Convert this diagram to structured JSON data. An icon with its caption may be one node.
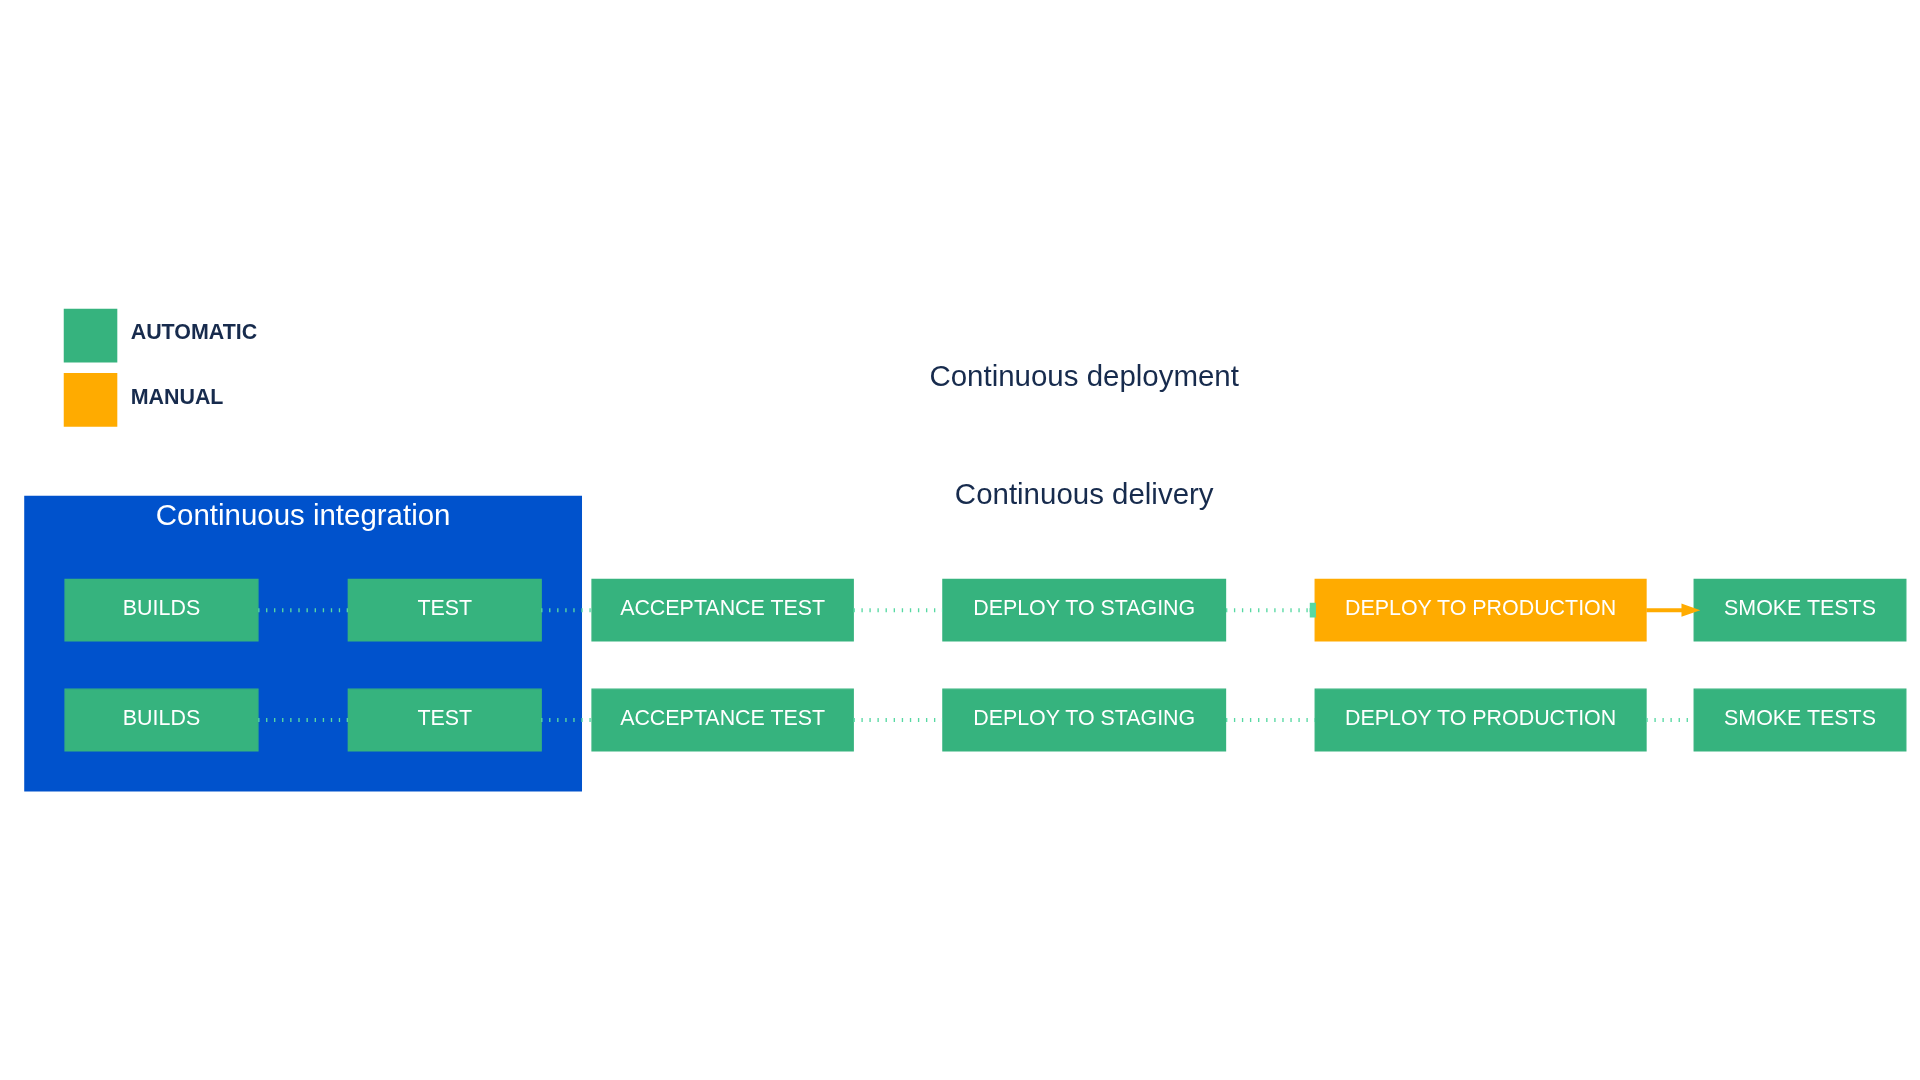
{
  "diagram": {
    "nodes": [
      {
        "text": [
          "Continuous integration"
        ]
      },
      {
        "text": [
          "BUILDS"
        ],
        "in": 0
      },
      {
        "text": [
          "TEST"
        ],
        "in": 0
      },
      {
        "text": [
          "ACCEPTANCE TEST"
        ]
      },
      {
        "text": [
          "DEPLOY TO STAGING"
        ]
      },
      {
        "text": [
          "DEPLOY TO PRODUCTION"
        ]
      },
      {
        "text": [
          "SMOKE TESTS"
        ]
      },
      {
        "text": [
          "BUILDS"
        ],
        "in": 0
      },
      {
        "text": [
          "TEST"
        ],
        "in": 0
      },
      {
        "text": [
          "ACCEPTANCE TEST"
        ]
      },
      {
        "text": [
          "DEPLOY TO STAGING"
        ]
      },
      {
        "text": [
          "DEPLOY TO PRODUCTION"
        ]
      },
      {
        "text": [
          "SMOKE TESTS"
        ]
      }
    ],
    "edges": [
      {
        "from": 1,
        "to": 2,
        "arrow": "none",
        "style": "dashed"
      },
      {
        "from": 2,
        "to": 3,
        "arrow": "none",
        "style": "dashed"
      },
      {
        "from": 3,
        "to": 4,
        "arrow": "none",
        "style": "dashed"
      },
      {
        "from": 4,
        "to": 5,
        "arrow": "other",
        "style": "dashed"
      },
      {
        "from": 5,
        "to": 6,
        "arrow": "to",
        "color": "#ffab00"
      },
      {
        "from": 7,
        "to": 8,
        "arrow": "none",
        "style": "dashed"
      },
      {
        "from": 8,
        "to": 9,
        "arrow": "none",
        "style": "dashed"
      },
      {
        "from": 9,
        "to": 10,
        "arrow": "none",
        "style": "dashed"
      },
      {
        "from": 10,
        "to": 11,
        "arrow": "none",
        "style": "dashed"
      },
      {
        "from": 11,
        "to": 12,
        "arrow": "none",
        "style": "dashed"
      }
    ],
    "labels": [
      "Continuous delivery",
      "Continuous deployment"
    ],
    "legend": [
      {
        "text": "AUTOMATIC",
        "color": "#36b37e"
      },
      {
        "text": "MANUAL",
        "color": "#ffab00"
      }
    ]
  }
}
